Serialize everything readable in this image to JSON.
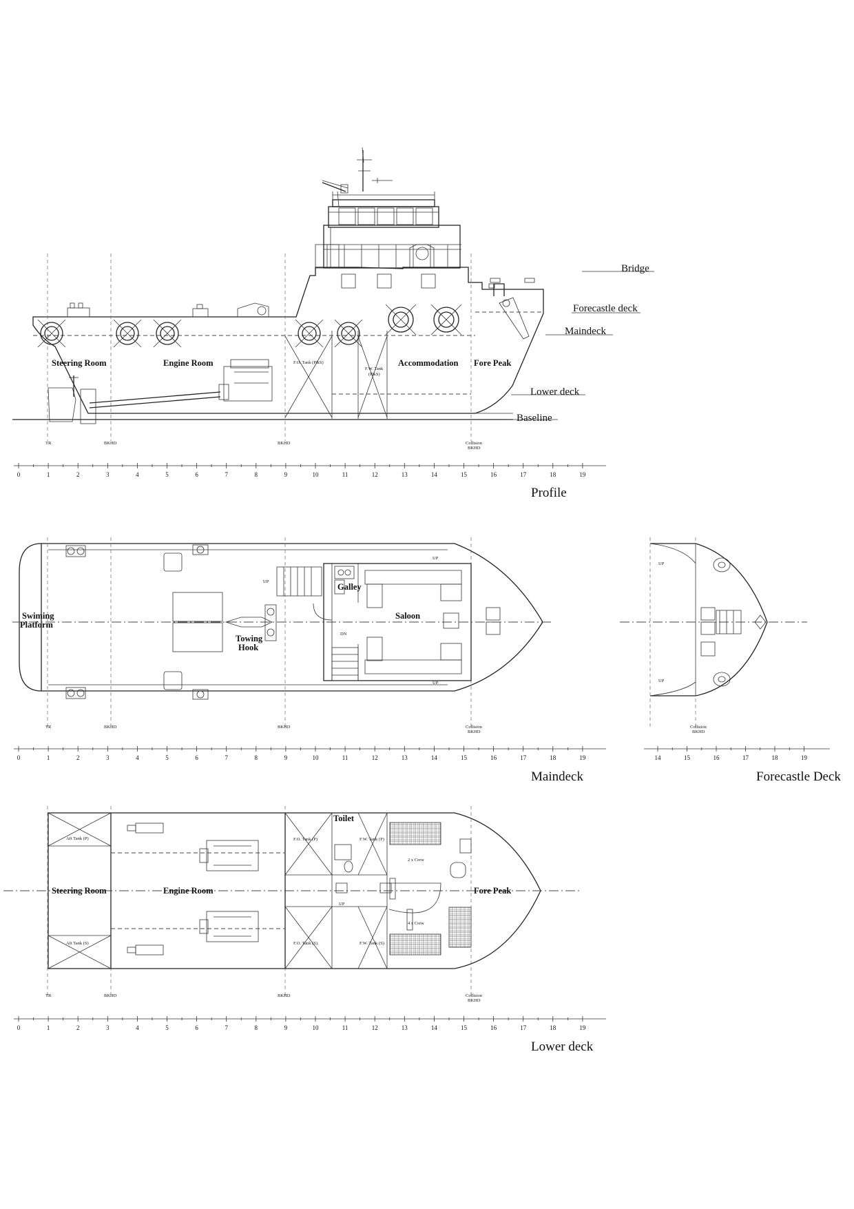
{
  "views": {
    "profile": {
      "title": "Profile",
      "deck_labels": {
        "bridge": "Bridge",
        "forecastle_deck": "Forecastle deck",
        "maindeck": "Maindeck",
        "lower_deck": "Lower deck",
        "baseline": "Baseline"
      },
      "rooms": [
        "Steering Room",
        "Engine Room",
        "Accommodation",
        "Fore Peak"
      ],
      "tanks": {
        "fo": "F.O. Tank (P&S)",
        "fw_1": "F.W. Tank",
        "fw_2": "(P&S)"
      }
    },
    "maindeck": {
      "title": "Maindeck",
      "labels": {
        "swim_1": "Swiming",
        "swim_2": "Platform",
        "galley": "Galley",
        "saloon": "Saloon",
        "towing_1": "Towing",
        "towing_2": "Hook",
        "up": "UP",
        "dn": "DN"
      }
    },
    "forecastle": {
      "title": "Forecastle Deck",
      "labels": {
        "up": "UP"
      }
    },
    "lower_deck": {
      "title": "Lower deck",
      "rooms": [
        "Steering Room",
        "Engine Room",
        "Toilet",
        "Fore Peak"
      ],
      "tanks": {
        "aft_p": "Aft Tank (P)",
        "aft_s": "Aft Tank (S)",
        "fo_p": "F.O. Tank (P)",
        "fo_s": "F.O. Tank (S)",
        "fw_p": "F.W. Tank (P)",
        "fw_s": "F.W. Tank (S)"
      },
      "crew": {
        "c2": "2 x Crew",
        "c4": "4 x Crew"
      },
      "labels": {
        "up": "UP"
      }
    }
  },
  "frames": {
    "tr": "TR",
    "bkhd": "BKHD",
    "collision_1": "Collision",
    "collision_2": "BKHD"
  },
  "scale_ticks": [
    "0",
    "1",
    "2",
    "3",
    "4",
    "5",
    "6",
    "7",
    "8",
    "9",
    "10",
    "11",
    "12",
    "13",
    "14",
    "15",
    "16",
    "17",
    "18",
    "19"
  ],
  "forecastle_ticks": [
    "14",
    "15",
    "16",
    "17",
    "18",
    "19"
  ]
}
